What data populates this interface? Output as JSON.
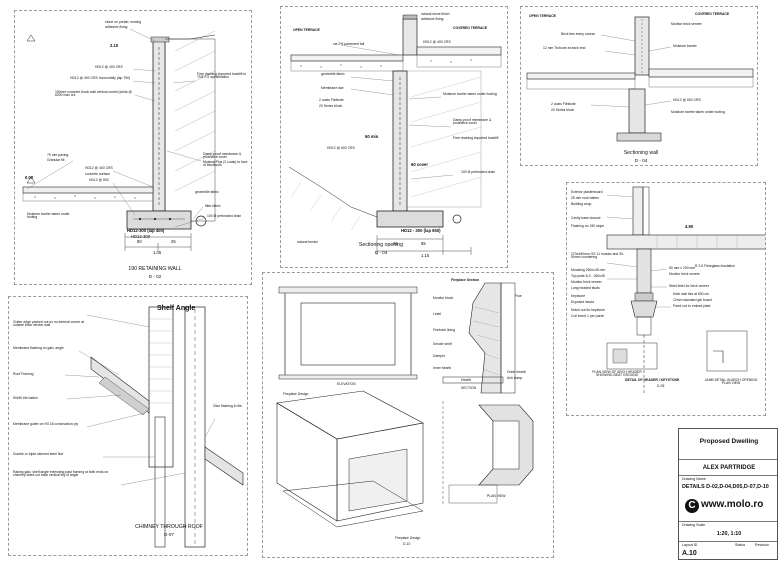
{
  "retaining_wall": {
    "title": "190 RETAINING WALL",
    "ref": "D - 02",
    "level_top": "2.10",
    "level_bottom": "0.00",
    "dims": [
      "HD12-300 (lap 400)",
      "HD12-300",
      "80",
      "25",
      "1.05"
    ],
    "notes": [
      "stone on prelab. mosing",
      "adhesive fixing",
      "HD12 @ 400 CRS",
      "HD12 @ 400 CRS horizontally (lap 750)",
      "150mm concrete block wall vertical control joints @ 6000 max crs",
      "Free draining imported backfill to TNZ F/2 specification",
      "Damp-proof membrane & protective cover",
      "Mulseal Plus (2 coats) to face of blockwork",
      "75 mm paving",
      "Granular fill",
      "HD12 @ 400 CRS",
      "concrete surface",
      "HD12 @ 500",
      "Moisture barrier taken under footing",
      "geotextile fabric",
      "filter fabric",
      "100 Ø perforated drain"
    ]
  },
  "sectioning_opening": {
    "title": "Sectioning opening",
    "ref": "D - 04",
    "dims": [
      "60 min",
      "60 cover",
      "HD12 - 300 (lap 650)",
      "30",
      "85",
      "1.15"
    ],
    "notes": [
      "natural stone finish",
      "adhesive fixing",
      "COVERED TERRACE",
      "OPEN TERRACE",
      "via 2% pavement fall",
      "geotextile fabric",
      "HD12 @ 400 CRS",
      "Membrane dwr.",
      "2 coats Flintkote",
      "20 Series block",
      "Moisture barrier taken under footing",
      "Damp-proof membrane & protective cover",
      "Free draining imported backfill",
      "HD12 @ 600 CRS",
      "100 Ø perforated drain",
      "natural terrain"
    ]
  },
  "sectioning_wall": {
    "title": "Sectioning wall",
    "ref": "D - 04",
    "notes": [
      "OPEN TERRACE",
      "COVERED TERRACE",
      "Monitor brick veneer",
      "Brick ties every course",
      "12 mm Trufoote at each end",
      "Moisture barrier",
      "HD12 @ 600 CRS",
      "2 coats Flintkote",
      "20 Series block",
      "Moisture barrier taken under footing"
    ]
  },
  "header_keystone": {
    "title": "DETAIL OF HEADER / KEYSTONE",
    "ref": "D-05",
    "sub_left": "PLAN VIEW OF ARCH HEADER SHOWING BEAT GROUND",
    "sub_right": "JAMB DETAIL IN ARCH OPENING PLAN VIEW",
    "level": "4.90",
    "notes": [
      "Exterior plasterboard",
      "25 mm rock batten",
      "Building wrap",
      "Cavity base closure",
      "Flashing on 150 slope",
      "270x450mm OS 11 mosaic and 30-50mm countering",
      "Moulding 250x145 mm",
      "Top plate 8-0 - 260x45",
      "Monitor brick veneer",
      "Long headed studs",
      "Keystone",
      "Exposed fascia",
      "Notch out for keystone",
      "Coil insert 1 per panel",
      "50 mm x 200 mm",
      "Monitor brick veneer",
      "Steel lintel for brick veneer",
      "Fixed rod to embed plate",
      "R 2.6 Fibreglass insulation",
      "brick wall ties at 600 crs",
      "12mm standard gib board"
    ]
  },
  "shelf_angle": {
    "title": "Shelf Angle",
    "chimney_title": "CHIMNEY THROUGH ROOF",
    "ref": "D-07",
    "notes": [
      "Gutter edge packed out so no internal corner at outside brick veneer wall",
      "Membrane flashing on galv. angle",
      "Roof Framing",
      "50x50 tile batten",
      "Membrane gutter on H3 18 construction ply",
      "Double or triple-skinned steel flue",
      "Raking galv. shelf angle extending past framing at both ends on chimney sides cut back vertical leg of angle",
      "Glue flashing to tile"
    ]
  },
  "fireplace": {
    "section_title": "Fireplace Section",
    "elevation_label": "ELEVATION",
    "section_label": "SECTION",
    "plan_label": "PLAN VIEW",
    "design_label": "Fireplace Design",
    "design_label_2": "Fireplace Design",
    "ref": "D-10",
    "flue_label": "Flue",
    "hearth_label": "Hearth",
    "notes": [
      "Monitor block",
      "Lintel",
      "Firebrick lining",
      "Smoke shelf",
      "Damper",
      "Inner hearth",
      "Outer hearth",
      "Ash dump"
    ]
  },
  "title_block": {
    "project": "Proposed Dwelling",
    "client": "ALEX PARTRIDGE",
    "drawing_name_label": "Drawing Name",
    "drawing_name": "DETAILS D-02,D-04,D05,D-07,D-10",
    "logo_text": "www.molo.ro",
    "logo_glyph": "C",
    "scale_label": "Drawing Scale",
    "scale": "1:20, 1:10",
    "layout_label": "Layout ID",
    "layout_id": "A.10",
    "status_label": "Status",
    "revision_label": "Revision"
  }
}
